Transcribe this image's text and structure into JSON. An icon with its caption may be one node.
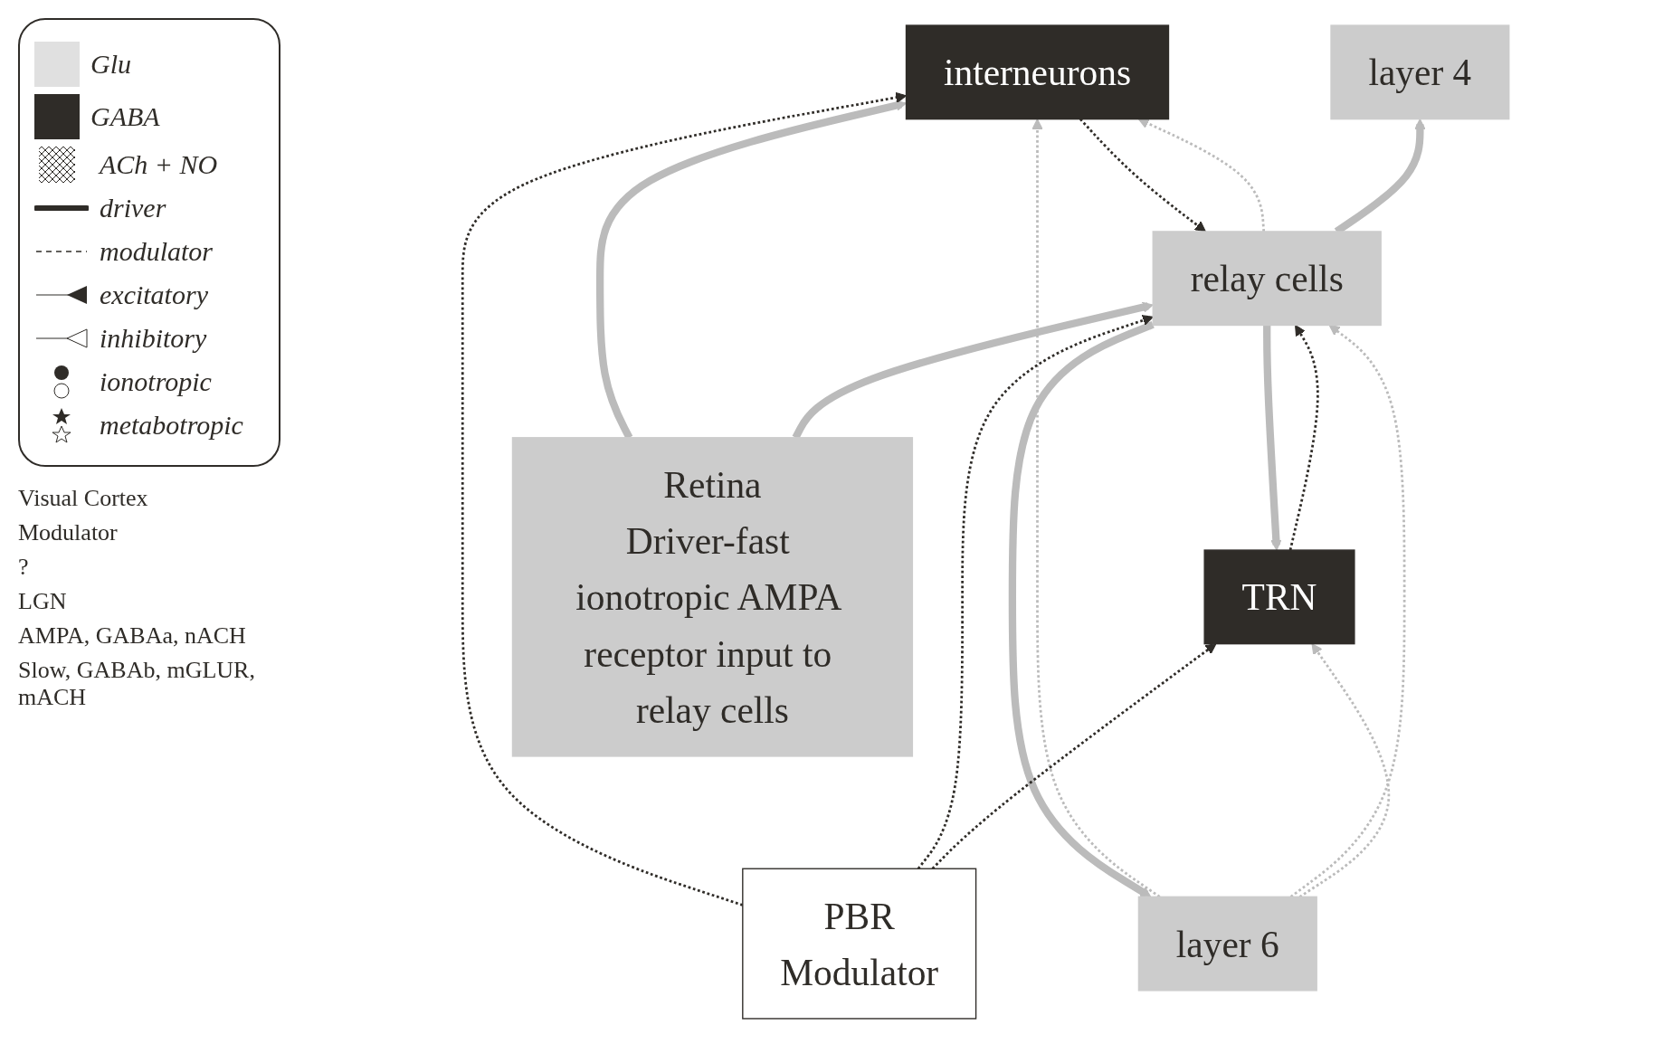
{
  "diagram": {
    "nodes": [
      {
        "text": [
          "layer 4"
        ]
      },
      {
        "text": [
          "layer 6"
        ]
      },
      {
        "text": [
          "TRN"
        ]
      },
      {
        "text": [
          "relay cells"
        ]
      },
      {
        "text": [
          "interneurons"
        ]
      },
      {
        "text": [
          "Retina",
          "Driver-fast ionotropic AMPA receptor input to relay cells"
        ]
      },
      {
        "text": [
          "PBR",
          "Modulator"
        ]
      }
    ],
    "edges": [
      {
        "from": 3,
        "to": 0,
        "arrow": "to",
        "style": "thick"
      },
      {
        "from": 3,
        "to": 1,
        "arrow": "to",
        "style": "thick"
      },
      {
        "from": 3,
        "to": 2,
        "arrow": "to",
        "style": "thick"
      },
      {
        "from": 5,
        "to": 3,
        "arrow": "to",
        "style": "thick"
      },
      {
        "from": 5,
        "to": 4,
        "arrow": "to",
        "style": "thick"
      },
      {
        "from": 1,
        "to": 2,
        "arrow": "to",
        "style": "dashed"
      },
      {
        "from": 1,
        "to": 3,
        "arrow": "to",
        "style": "dashed"
      },
      {
        "from": 1,
        "to": 4,
        "arrow": "to",
        "style": "dashed"
      },
      {
        "from": 3,
        "to": 4,
        "arrow": "to",
        "style": "dashed"
      },
      {
        "from": 2,
        "to": 3,
        "arrow": "to",
        "style": "dashed",
        "color": "#2f2c28"
      },
      {
        "from": 4,
        "to": 3,
        "arrow": "to",
        "style": "dashed",
        "color": "#2f2c28"
      },
      {
        "from": 6,
        "to": 2,
        "arrow": "to",
        "style": "dashed",
        "color": "#2f2c28"
      },
      {
        "from": 6,
        "to": 3,
        "arrow": "to",
        "style": "dashed",
        "color": "#2f2c28"
      },
      {
        "from": 6,
        "to": 4,
        "arrow": "to",
        "style": "dashed",
        "color": "#2f2c28"
      }
    ],
    "labels": [
      "Visual Cortex",
      "Modulator",
      "?",
      "LGN",
      "AMPA, GABAa, nACH",
      "Slow, GABAb, mGLUR, mACH"
    ],
    "legend": [
      {
        "text": "Glu",
        "color": "#e0e0e0"
      },
      {
        "text": "GABA",
        "color": "#2f2c28"
      },
      {
        "text": "ACh + NO"
      },
      {
        "text": "driver"
      },
      {
        "text": "modulator"
      },
      {
        "text": "excitatory"
      },
      {
        "text": "inhibitory"
      },
      {
        "text": "ionotropic"
      },
      {
        "text": "metabotropic"
      }
    ]
  }
}
